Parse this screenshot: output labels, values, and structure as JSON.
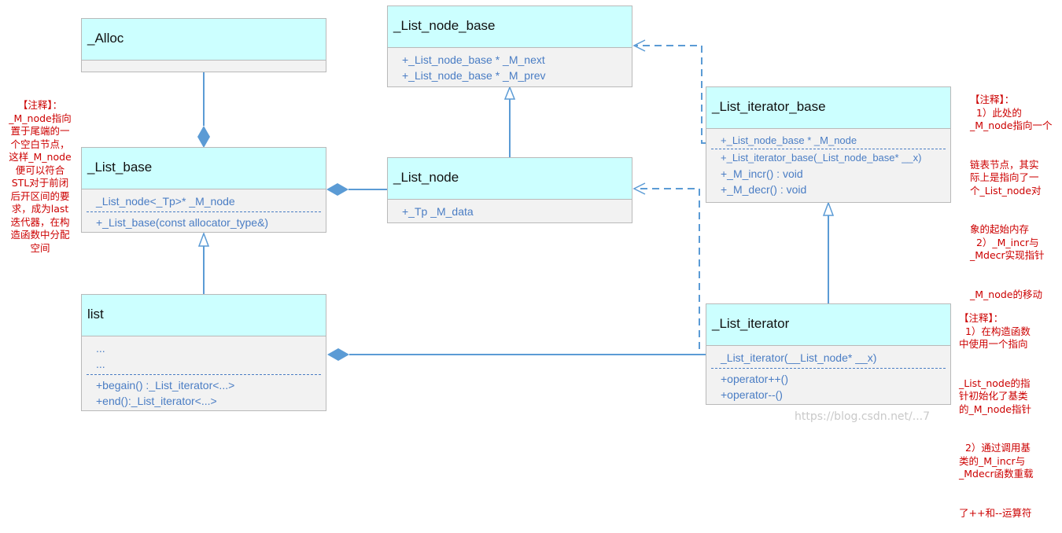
{
  "classes": {
    "alloc": {
      "name": "_Alloc"
    },
    "list_node_base": {
      "name": "_List_node_base",
      "attributes": [
        "+_List_node_base * _M_next",
        "+_List_node_base * _M_prev"
      ]
    },
    "list_base": {
      "name": "_List_base",
      "attributes": [
        "_List_node<_Tp>* _M_node"
      ],
      "operations": [
        "+_List_base(const allocator_type&)"
      ]
    },
    "list_node": {
      "name": "_List_node",
      "attributes": [
        "+_Tp _M_data"
      ]
    },
    "list_iterator_base": {
      "name": "_List_iterator_base",
      "attributes": [
        "+_List_node_base * _M_node"
      ],
      "operations": [
        "+_List_iterator_base(_List_node_base* __x)",
        "+_M_incr() : void",
        "+_M_decr() : void"
      ]
    },
    "list": {
      "name": "list",
      "attributes": [
        "...",
        "..."
      ],
      "operations": [
        "+begain() :_List_iterator<...>",
        "+end():_List_iterator<...>"
      ]
    },
    "list_iterator": {
      "name": "_List_iterator",
      "attributes": [
        "_List_iterator(__List_node* __x)"
      ],
      "operations": [
        "+operator++()",
        "+operator--()"
      ]
    }
  },
  "notes": {
    "left": [
      "【注释】：",
      "_M_node指向",
      "置于尾端的一",
      "个空白节点，",
      "这样_M_node",
      "便可以符合",
      "STL对于前闭",
      "后开区间的要",
      "求，成为last",
      "迭代器，在构",
      "造函数中分配",
      "空间"
    ],
    "right_top": [
      "【注释】：",
      "  1）此处的",
      "_M_node指向一个",
      "链表节点，其实",
      "际上是指向了一",
      "个_List_node对",
      "象的起始内存",
      "  2）_M_incr与",
      "_Mdecr实现指针",
      "_M_node的移动"
    ],
    "right_bottom": [
      "【注释】：",
      "  1）在构造函数",
      "中使用一个指向",
      "_List_node的指",
      "针初始化了基类",
      "的_M_node指针",
      "  2）通过调用基",
      "类的_M_incr与",
      "_Mdecr函数重载",
      "了++和--运算符"
    ]
  },
  "watermark": "https://blog.csdn.net/...7",
  "colors": {
    "line": "#5b9bd5",
    "header": "#ccffff",
    "body": "#f2f2f2",
    "text": "#4a7dc4",
    "note": "#cc0000"
  }
}
